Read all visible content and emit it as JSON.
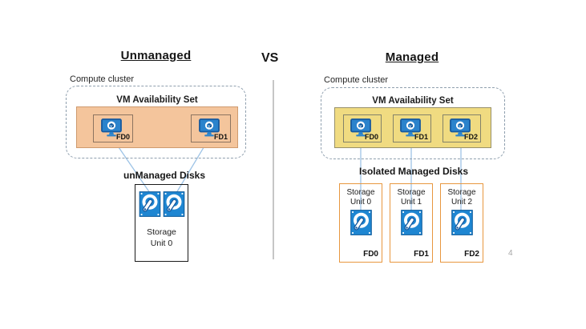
{
  "slide": {
    "vs_label": "VS",
    "page_number": "4"
  },
  "left": {
    "title": "Unmanaged",
    "cluster_label": "Compute cluster",
    "availability_set_label": "VM Availability Set",
    "vms": [
      {
        "label": "FD0"
      },
      {
        "label": "FD1"
      }
    ],
    "disks_label": "unManaged Disks",
    "storage_unit": {
      "line1": "Storage",
      "line2": "Unit 0"
    }
  },
  "right": {
    "title": "Managed",
    "cluster_label": "Compute cluster",
    "availability_set_label": "VM Availability Set",
    "vms": [
      {
        "label": "FD0"
      },
      {
        "label": "FD1"
      },
      {
        "label": "FD2"
      }
    ],
    "disks_label": "Isolated Managed Disks",
    "storage_units": [
      {
        "line1": "Storage",
        "line2": "Unit 0",
        "fd_label": "FD0"
      },
      {
        "line1": "Storage",
        "line2": "Unit 1",
        "fd_label": "FD1"
      },
      {
        "line1": "Storage",
        "line2": "Unit 2",
        "fd_label": "FD2"
      }
    ]
  },
  "icons": {
    "vm": "vm-monitor-cube-icon",
    "disk": "managed-disk-icon"
  },
  "colors": {
    "unmanaged_zone_fill": "#F4C59C",
    "unmanaged_zone_border": "#CE9A6E",
    "managed_zone_fill": "#F0DB81",
    "managed_zone_border": "#97906A",
    "managed_storage_border": "#E8973F",
    "unmanaged_storage_border": "#1A1A1A",
    "icon_blue": "#1E86D2",
    "connector_blue": "#9DC3E6",
    "dashed_border": "#8F9FAE",
    "divider_gray": "#8C8C8C",
    "page_number_gray": "#A6A6A6"
  }
}
